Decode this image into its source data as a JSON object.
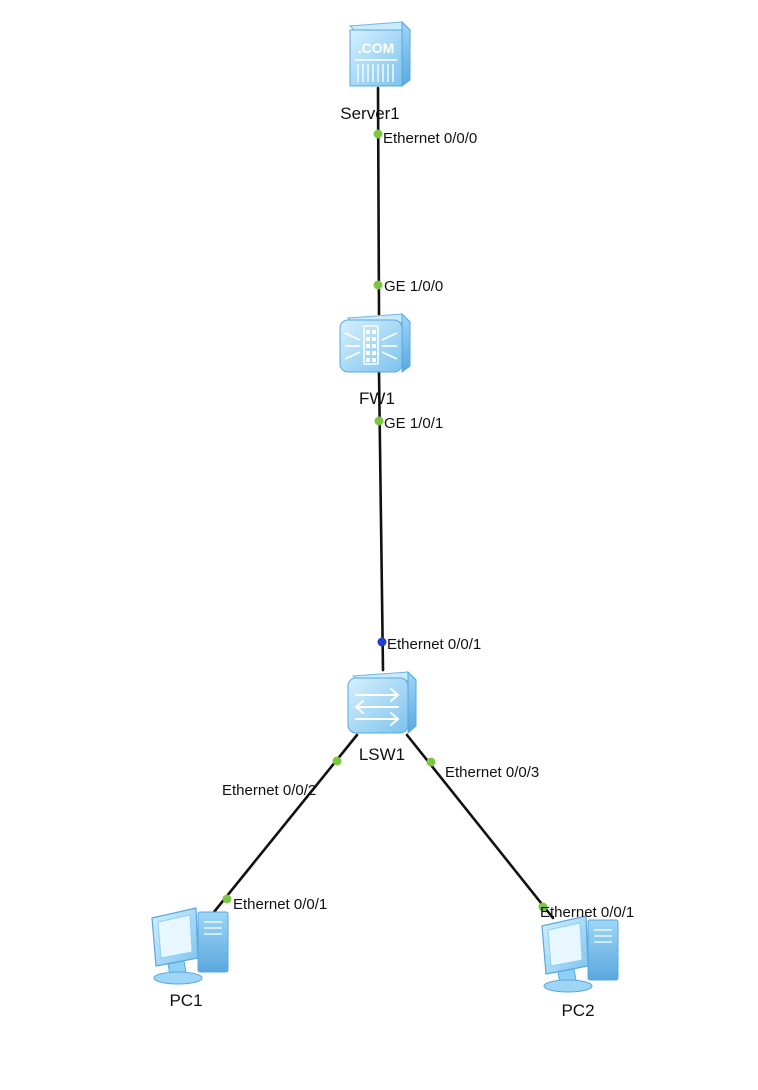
{
  "colors": {
    "link": "#111111",
    "port_up": "#7dc642",
    "port_blue": "#1f3fcf",
    "device_fill": "#8fd0f5",
    "device_face": "#bfe6fb",
    "device_edge": "#5aa8df"
  },
  "devices": [
    {
      "id": "server1",
      "label": "Server1",
      "icon": "server-icon",
      "badge": ".COM"
    },
    {
      "id": "fw1",
      "label": "FW1",
      "icon": "firewall-icon"
    },
    {
      "id": "lsw1",
      "label": "LSW1",
      "icon": "switch-icon"
    },
    {
      "id": "pc1",
      "label": "PC1",
      "icon": "pc-icon"
    },
    {
      "id": "pc2",
      "label": "PC2",
      "icon": "pc-icon"
    }
  ],
  "links": [
    {
      "id": "server1-fw1",
      "from": "server1",
      "to": "fw1",
      "from_port": "Ethernet 0/0/0",
      "to_port": "GE 1/0/0",
      "from_status": "up",
      "to_status": "up"
    },
    {
      "id": "fw1-lsw1",
      "from": "fw1",
      "to": "lsw1",
      "from_port": "GE 1/0/1",
      "to_port": "Ethernet 0/0/1",
      "from_status": "up",
      "to_status": "blue"
    },
    {
      "id": "lsw1-pc1",
      "from": "lsw1",
      "to": "pc1",
      "from_port": "Ethernet 0/0/2",
      "to_port": "Ethernet 0/0/1",
      "from_status": "up",
      "to_status": "up"
    },
    {
      "id": "lsw1-pc2",
      "from": "lsw1",
      "to": "pc2",
      "from_port": "Ethernet 0/0/3",
      "to_port": "Ethernet 0/0/1",
      "from_status": "up",
      "to_status": "up"
    }
  ]
}
